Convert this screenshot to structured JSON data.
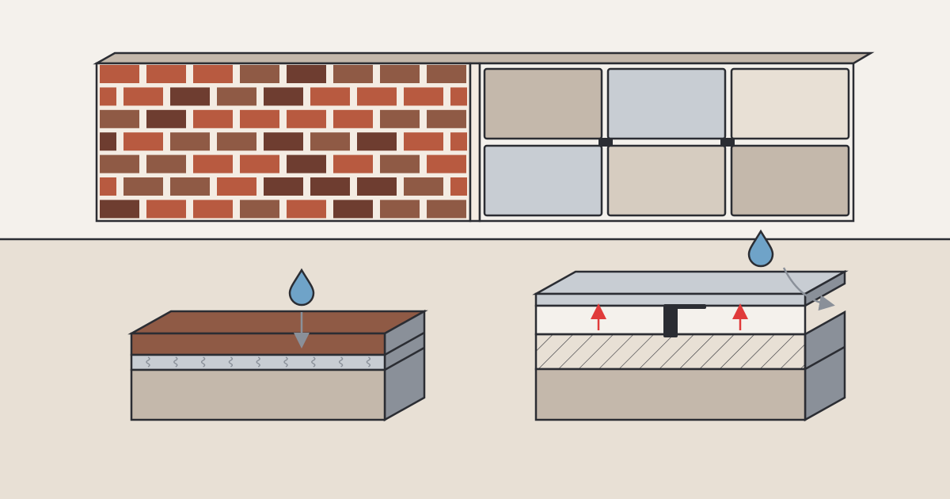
{
  "colors": {
    "sky": "#f4f1ec",
    "ground": "#e8e0d5",
    "outline": "#2b2d33",
    "brick_light": "#b85a40",
    "brick_mid": "#8f5a45",
    "brick_dark": "#6e3d30",
    "mortar": "#f4ece3",
    "roof_cap": "#c4b8ab",
    "panel_taupe": "#c4b8ab",
    "panel_grey": "#c8cdd3",
    "panel_cream": "#e8e0d5",
    "panel_beige": "#d6ccc0",
    "slab_side": "#8a9099",
    "slab_top_brick": "#8f5a45",
    "screed": "#c8cdd3",
    "concrete": "#c4b8ab",
    "insulation": "#f4f1ec",
    "ventilated_layer": "#f4f1ec",
    "cover_plate": "#c8cdd3",
    "water_drop": "#6fa3c8",
    "runoff_arrow": "#8a9099",
    "vapor_arrow": "#e03a3a",
    "clip": "#2b2d33"
  },
  "icons": {
    "drop_left": "water-drop-icon",
    "drop_right": "water-drop-icon",
    "absorb_arrow": "down-arrow-icon",
    "runoff_arrow": "curved-arrow-icon",
    "vapor_arrow": "up-arrow-icon"
  },
  "wall": {
    "brick_rows": 7,
    "bricks_per_row": 8,
    "panel_rows": [
      [
        "panel_taupe",
        "panel_grey",
        "panel_cream"
      ],
      [
        "panel_grey",
        "panel_beige",
        "panel_taupe"
      ]
    ]
  },
  "adhered_system": {
    "layers": [
      "tile",
      "adhesive",
      "concrete"
    ]
  },
  "ventilated_system": {
    "layers": [
      "cover_plate",
      "air_gap",
      "insulation",
      "concrete"
    ]
  }
}
